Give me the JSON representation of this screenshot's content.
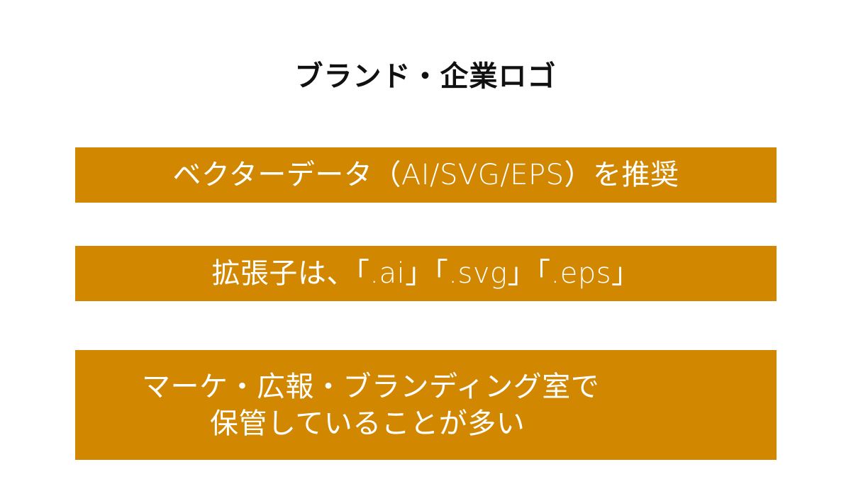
{
  "slide": {
    "title": "ブランド・企業ロゴ",
    "accent_color": "#d18700",
    "items": [
      {
        "text": "ベクターデータ（AI/SVG/EPS）を推奨"
      },
      {
        "text": "拡張子は、「.ai」「.svg」「.eps」"
      },
      {
        "lines": [
          "マーケ・広報・ブランディング室で",
          "保管していることが多い"
        ]
      }
    ]
  }
}
